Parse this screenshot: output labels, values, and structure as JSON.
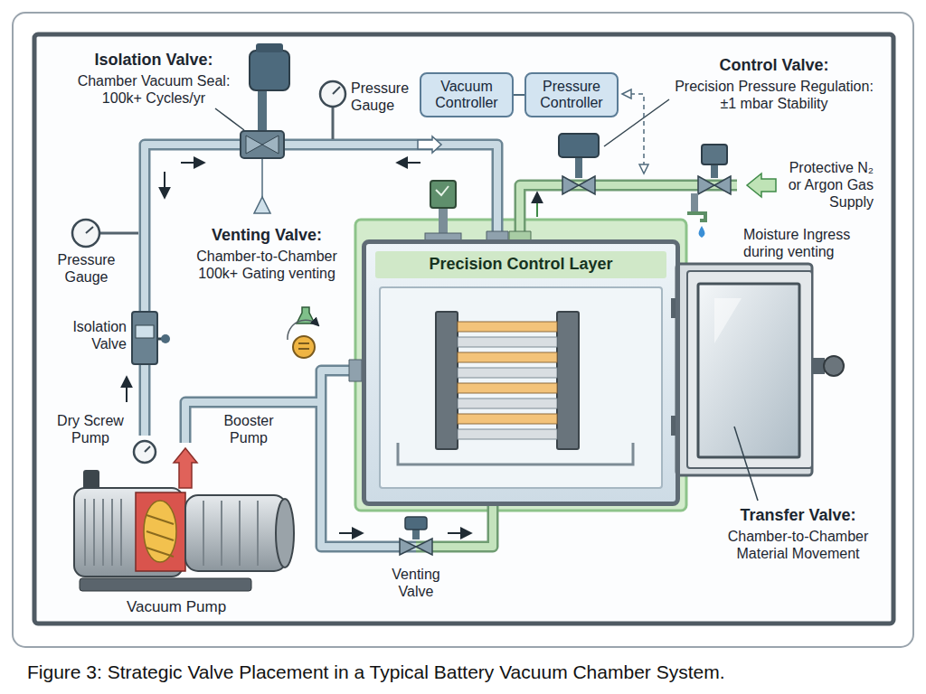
{
  "diagram": {
    "caption": "Figure 3: Strategic Valve Placement in a Typical Battery Vacuum Chamber System.",
    "nodes": [
      {
        "text": [
          "Vacuum Controller"
        ]
      },
      {
        "text": [
          "Pressure Controller"
        ]
      },
      {
        "text": [
          "Precision Control Layer"
        ]
      }
    ],
    "edges": [
      {
        "from": 0,
        "to": 1,
        "arrow": "none"
      }
    ],
    "labels": [
      "Isolation Valve:",
      "Chamber Vacuum Seal: 100k+ Cycles/yr",
      "Pressure Gauge",
      "Control Valve:",
      "Precision Pressure Regulation: ±1 mbar Stability",
      "Protective N₂ or Argon Gas Supply",
      "Moisture Ingress during venting",
      "Pressure Gauge",
      "Venting Valve:",
      "Chamber-to-Chamber 100k+ Gating venting",
      "Isolation Valve",
      "Dry Screw Pump",
      "Booster Pump",
      "Transfer Valve:",
      "Chamber-to-Chamber Material Movement",
      "Vacuum Pump",
      "Venting Valve"
    ]
  }
}
